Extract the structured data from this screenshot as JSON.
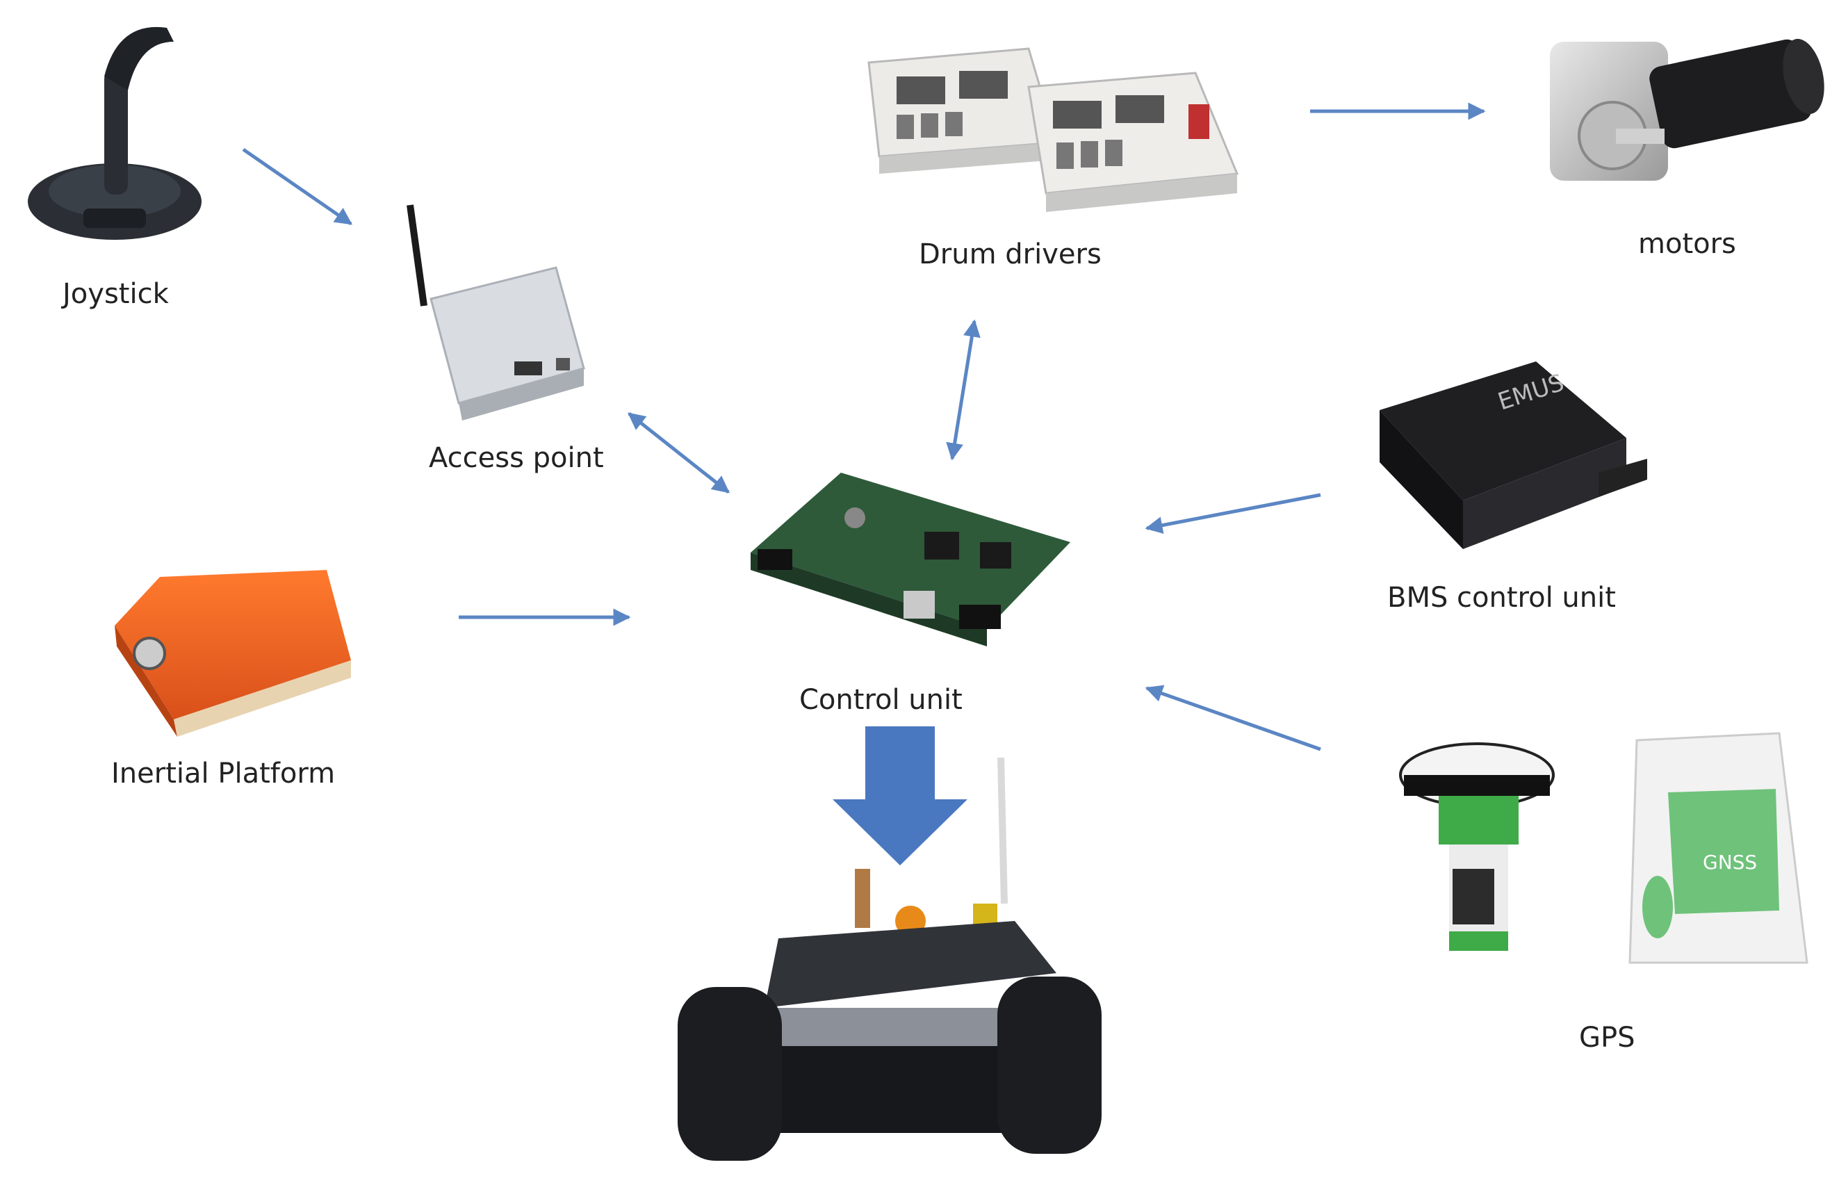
{
  "nodes": {
    "joystick": "Joystick",
    "access_point": "Access point",
    "drum_drivers": "Drum drivers",
    "motors": "motors",
    "bms": "BMS control unit",
    "control_unit": "Control unit",
    "inertial": "Inertial Platform",
    "gps": "GPS"
  },
  "device_markings": {
    "bms_brand": "EMUS",
    "gnss": "GNSS"
  },
  "colors": {
    "arrow": "#5b86c4",
    "big_arrow": "#4a78c0",
    "label": "#222222"
  }
}
